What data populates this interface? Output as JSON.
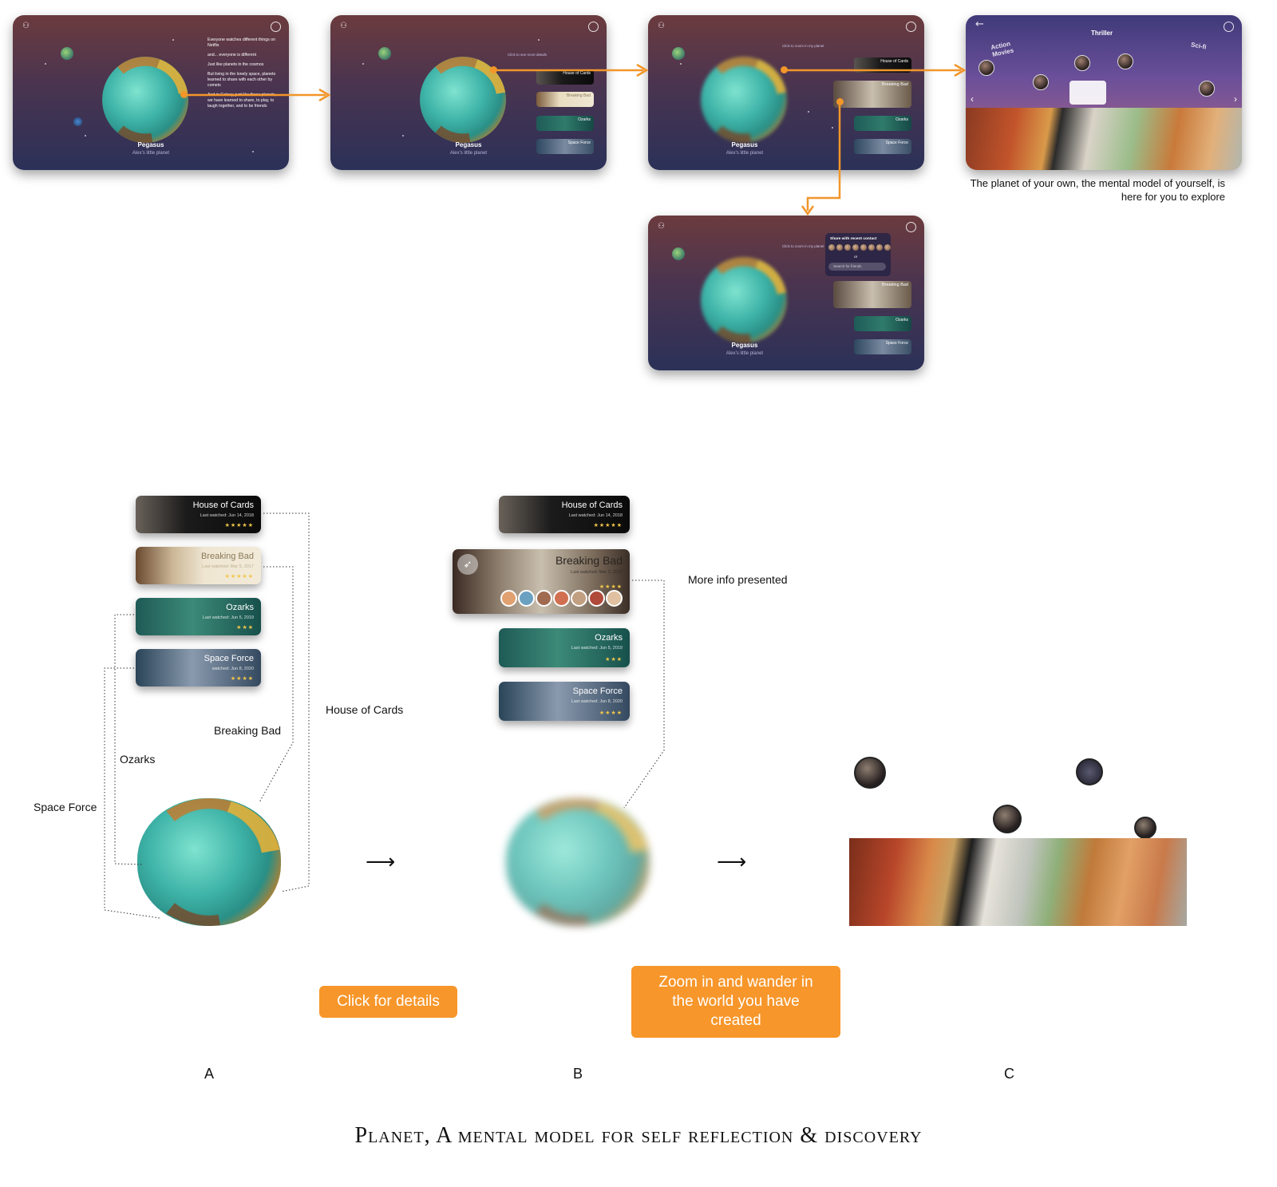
{
  "screens": {
    "planet_name": "Pegasus",
    "planet_sub": "Alex's little planet",
    "intro_lines": [
      "Everyone watches different things on Netflix",
      "and... everyone is different",
      "Just like planets in the cosmos",
      "But living in the lonely space, planets learned to share with each other by comets",
      "And in Galaxy, just like those planets, we have learned to share, to play, to laugh together, and to be friends"
    ],
    "hint_details": "Click to see more details",
    "hint_zoom": "Click to zoom in my planet",
    "mini_cards": [
      "House of Cards",
      "Breaking Bad",
      "Ozarks",
      "Space Force"
    ],
    "share_title": "Share with recent contact",
    "share_or": "or",
    "share_search": "Search for friends",
    "genres": {
      "action": "Action Movies",
      "thriller": "Thriller",
      "scifi": "Sci-fi"
    }
  },
  "caption_explore": "The planet of your own, the mental model of yourself, is here for you to explore",
  "cards_a": [
    {
      "title": "House of Cards",
      "last": "Last watched: Jun 14, 2018",
      "stars": "★★★★★"
    },
    {
      "title": "Breaking Bad",
      "last": "Last watched: Mar 5, 2017",
      "stars": "★★★★★"
    },
    {
      "title": "Ozarks",
      "last": "Last watched: Jun 5, 2019",
      "stars": "★★★"
    },
    {
      "title": "Space Force",
      "last": "watched: Jun 8, 2020",
      "stars": "★★★★"
    }
  ],
  "cards_b": [
    {
      "title": "House of Cards",
      "last": "Last watched: Jun 14, 2018",
      "stars": "★★★★★"
    },
    {
      "title": "Breaking Bad",
      "last": "Last watched: Mar 2, 2017",
      "stars": "★★★★"
    },
    {
      "title": "Ozarks",
      "last": "Last watched: Jun 5, 2019",
      "stars": "★★★"
    },
    {
      "title": "Space Force",
      "last": "Last watched: Jun 8, 2020",
      "stars": "★★★★"
    }
  ],
  "labels": {
    "house_of_cards": "House of Cards",
    "breaking_bad": "Breaking Bad",
    "ozarks": "Ozarks",
    "space_force": "Space Force",
    "more_info": "More info presented"
  },
  "arrows": {
    "ab": "⟶",
    "bc": "⟶"
  },
  "cta": {
    "details": "Click for details",
    "zoom": "Zoom in and wander in the world you have created"
  },
  "letters": {
    "a": "A",
    "b": "B",
    "c": "C"
  },
  "title": "Planet, A mental model for self reflection & discovery",
  "colors": {
    "accent": "#f7962a",
    "connector": "#f2962a"
  }
}
